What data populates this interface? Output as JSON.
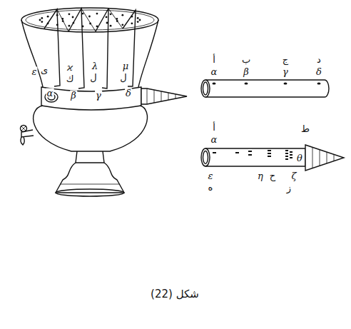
{
  "diagram": {
    "caption": "شكل (22)",
    "labels": [
      "ε",
      "ی",
      "ϰ",
      "ك",
      "λ",
      "ل",
      "μ",
      "ل",
      "α",
      "β",
      "γ",
      "δ",
      "أ",
      "ب",
      "ج",
      "د",
      "α",
      "β",
      "γ",
      "δ",
      "أ",
      "α",
      "ε",
      "ه",
      "η",
      "ح",
      "ζ",
      "ز",
      "ط",
      "θ"
    ]
  }
}
